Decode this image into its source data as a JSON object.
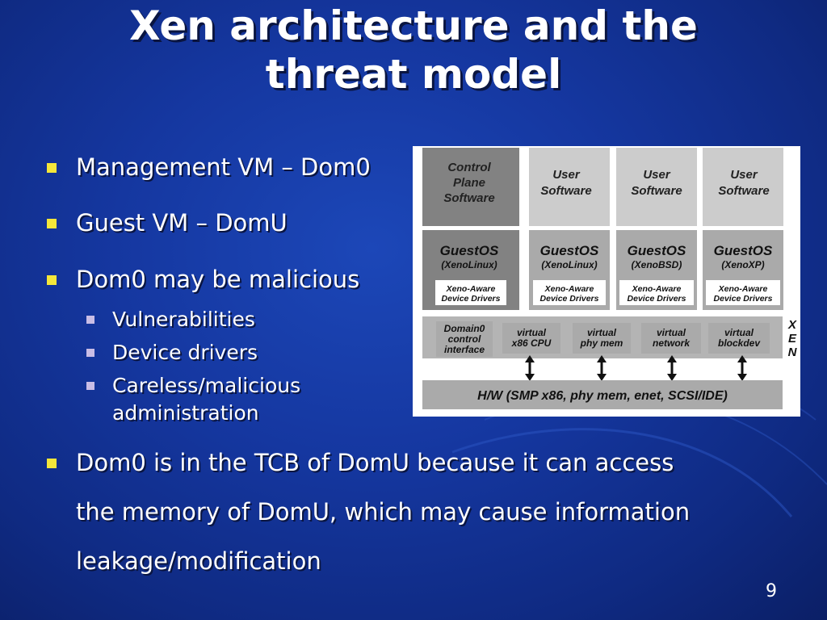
{
  "slide": {
    "title_line1": "Xen architecture and the",
    "title_line2": "threat model",
    "page_number": "9"
  },
  "bullets": [
    {
      "text": "Management VM – Dom0"
    },
    {
      "text": "Guest VM – DomU"
    },
    {
      "text": "Dom0 may be malicious",
      "sub": [
        "Vulnerabilities",
        "Device drivers",
        "Careless/malicious",
        "administration"
      ]
    },
    {
      "text_lines": [
        "Dom0 is in the TCB of DomU because it can access",
        "the memory of DomU, which may cause information",
        "leakage/modification"
      ]
    }
  ],
  "diagram": {
    "control": [
      "Control",
      "Plane",
      "Software"
    ],
    "user_software": [
      "User",
      "Software"
    ],
    "guests": [
      {
        "os": "GuestOS",
        "kind": "(XenoLinux)"
      },
      {
        "os": "GuestOS",
        "kind": "(XenoLinux)"
      },
      {
        "os": "GuestOS",
        "kind": "(XenoBSD)"
      },
      {
        "os": "GuestOS",
        "kind": "(XenoXP)"
      }
    ],
    "drivers": [
      "Xeno-Aware",
      "Device Drivers"
    ],
    "domain0_iface": [
      "Domain0",
      "control",
      "interface"
    ],
    "virtual_units": [
      [
        "virtual",
        "x86 CPU"
      ],
      [
        "virtual",
        "phy mem"
      ],
      [
        "virtual",
        "network"
      ],
      [
        "virtual",
        "blockdev"
      ]
    ],
    "xen_letters": [
      "X",
      "E",
      "N"
    ],
    "hw": "H/W (SMP x86, phy mem, enet, SCSI/IDE)",
    "colors": {
      "dark": "#828282",
      "mid": "#aaaaaa",
      "light": "#cccccc",
      "frame": "#b4b4b4"
    }
  }
}
